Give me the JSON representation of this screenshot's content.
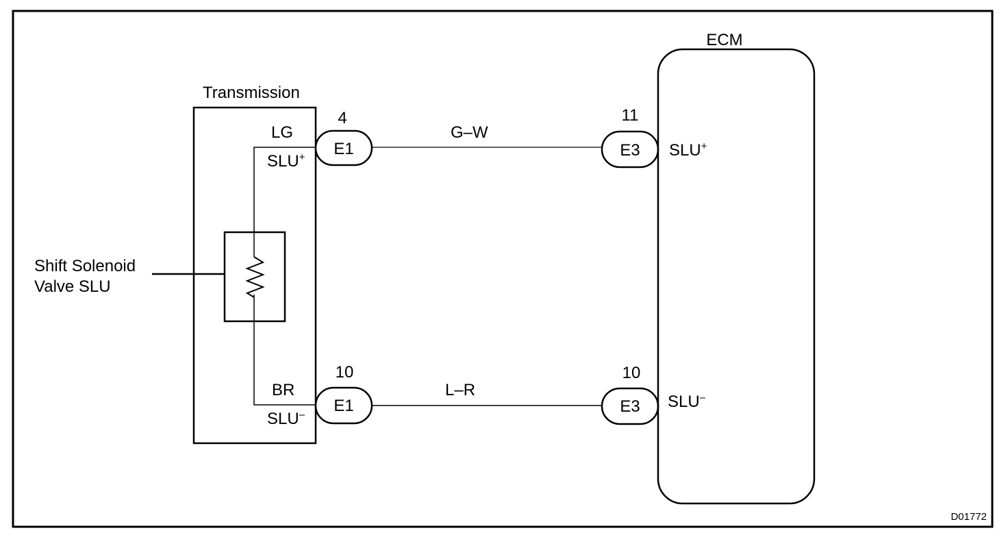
{
  "diagram": {
    "figure_id": "D01772",
    "transmission": {
      "title": "Transmission",
      "component_label_line1": "Shift Solenoid",
      "component_label_line2": "Valve SLU",
      "top_wire_color": "LG",
      "bottom_wire_color": "BR",
      "top_terminal": {
        "base": "SLU",
        "sign": "+"
      },
      "bottom_terminal": {
        "base": "SLU",
        "sign": "–"
      }
    },
    "ecm": {
      "title": "ECM",
      "top_terminal": {
        "base": "SLU",
        "sign": "+"
      },
      "bottom_terminal": {
        "base": "SLU",
        "sign": "–"
      }
    },
    "connectors": {
      "trans_top": {
        "name": "E1",
        "pin": "4"
      },
      "trans_bottom": {
        "name": "E1",
        "pin": "10"
      },
      "ecm_top": {
        "name": "E3",
        "pin": "11"
      },
      "ecm_bottom": {
        "name": "E3",
        "pin": "10"
      }
    },
    "wires": {
      "top": "G–W",
      "bottom": "L–R"
    }
  }
}
